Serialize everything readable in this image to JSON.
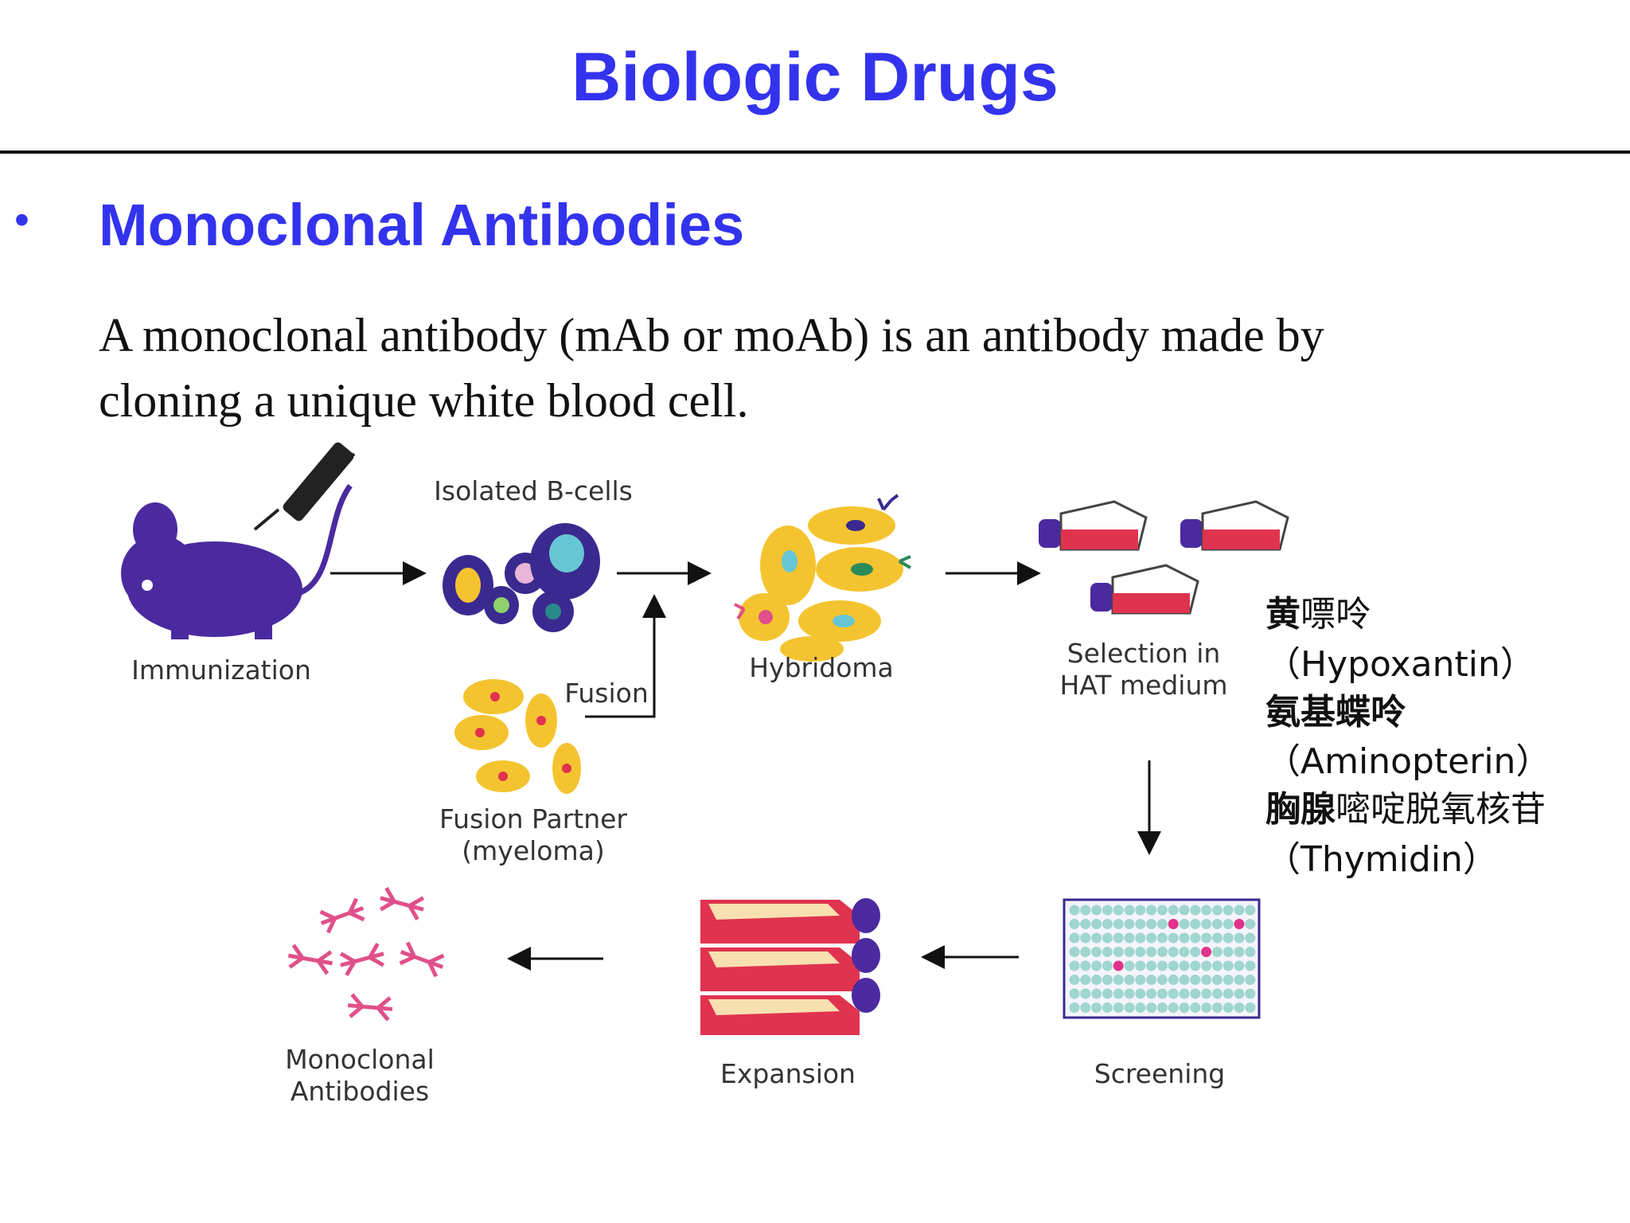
{
  "slide": {
    "title": "Biologic Drugs",
    "bullet": "•",
    "heading": "Monoclonal Antibodies",
    "body_line1": "A monoclonal antibody (mAb or moAb) is an antibody made by",
    "body_line2": "cloning a unique white blood cell."
  },
  "diagram": {
    "steps": {
      "immunization": "Immunization",
      "isolated_bcells": "Isolated B-cells",
      "fusion": "Fusion",
      "fusion_partner_1": "Fusion Partner",
      "fusion_partner_2": "(myeloma)",
      "hybridoma": "Hybridoma",
      "selection_1": "Selection in",
      "selection_2": "HAT medium",
      "screening": "Screening",
      "expansion": "Expansion",
      "monoclonal_1": "Monoclonal",
      "monoclonal_2": "Antibodies"
    },
    "hat_components": [
      {
        "name_cn_bold": "黄",
        "name_cn": "嘌呤",
        "name_en": "（Hypoxantin）"
      },
      {
        "name_cn_bold": "氨基蝶呤",
        "name_cn": "",
        "name_en": "（Aminopterin）"
      },
      {
        "name_cn_bold": "胸腺",
        "name_cn": "嘧啶脱氧核苷",
        "name_en": "（Thymidin）"
      }
    ]
  },
  "colors": {
    "title_blue": "#3333ee",
    "mouse_purple": "#4b2aa0",
    "cell_yellow": "#f4c430",
    "flask_red": "#e0334f",
    "antibody_pink": "#e0508a"
  }
}
